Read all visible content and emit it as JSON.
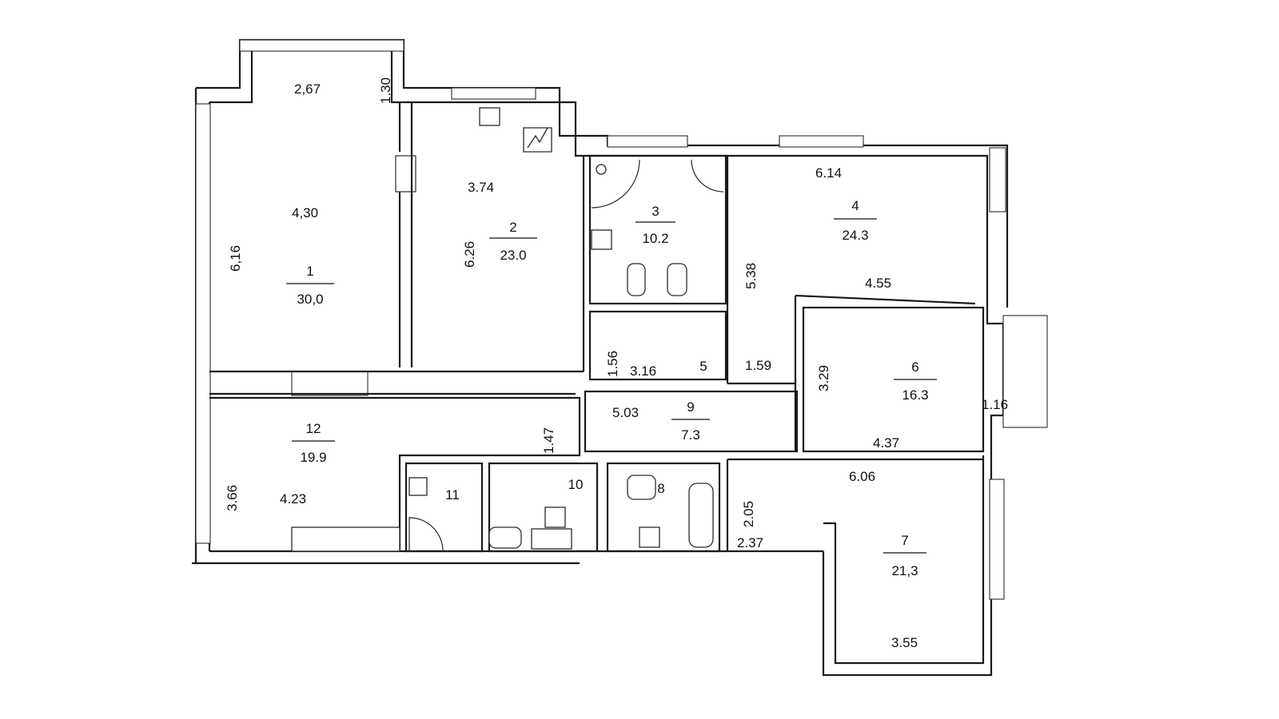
{
  "rooms": [
    {
      "number": "1",
      "area": "30,0"
    },
    {
      "number": "2",
      "area": "23.0"
    },
    {
      "number": "3",
      "area": "10.2"
    },
    {
      "number": "4",
      "area": "24.3"
    },
    {
      "number": "5",
      "area": ""
    },
    {
      "number": "6",
      "area": "16.3"
    },
    {
      "number": "7",
      "area": "21,3"
    },
    {
      "number": "8",
      "area": ""
    },
    {
      "number": "9",
      "area": "7.3"
    },
    {
      "number": "10",
      "area": ""
    },
    {
      "number": "11",
      "area": ""
    },
    {
      "number": "12",
      "area": "19.9"
    }
  ],
  "dimensions": [
    "2,67",
    "1.30",
    "4,30",
    "6,16",
    "3.74",
    "6.26",
    "6.14",
    "5.38",
    "4.55",
    "1.56",
    "3.16",
    "1.59",
    "3.29",
    "1.16",
    "4.37",
    "5.03",
    "1.47",
    "3.66",
    "4.23",
    "6.06",
    "2.05",
    "2.37",
    "3.55"
  ]
}
